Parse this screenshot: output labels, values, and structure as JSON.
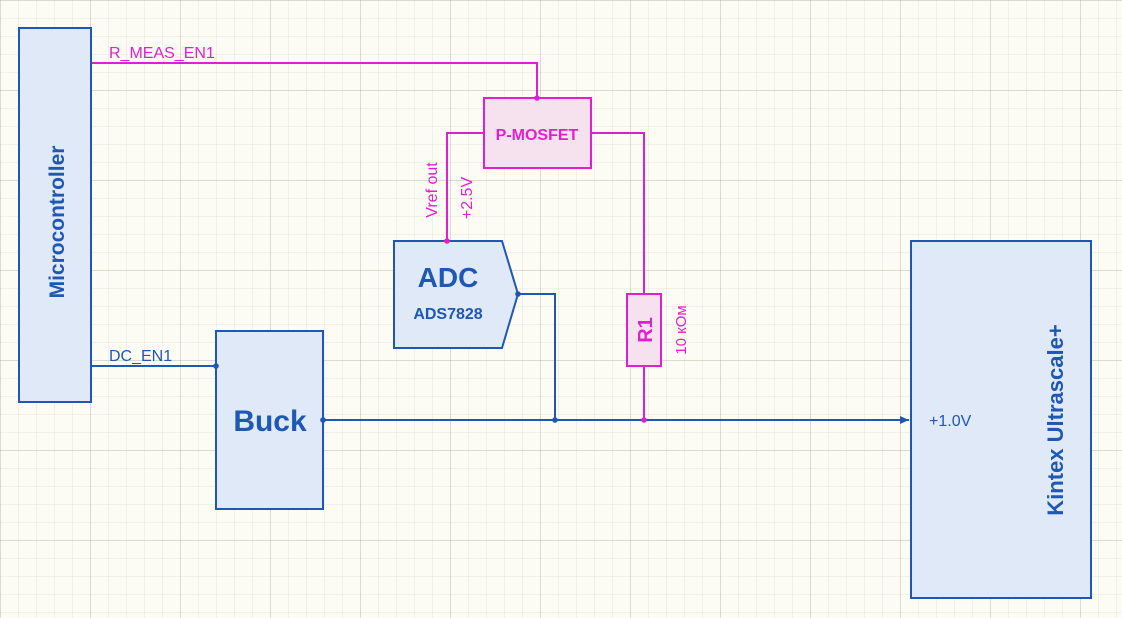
{
  "colors": {
    "blue": "#1f57b4",
    "magenta": "#e020d0",
    "block_fill": "#dfe9f7",
    "mosfet_fill": "#f6e2ef"
  },
  "blocks": {
    "microcontroller": "Microcontroller",
    "buck": "Buck",
    "adc_title": "ADC",
    "adc_part": "ADS7828",
    "fpga": "Kintex Ultrascale+",
    "mosfet": "P-MOSFET",
    "resistor": "R1"
  },
  "nets": {
    "r_meas_en": "R_MEAS_EN1",
    "dc_en": "DC_EN1",
    "vref_out": "Vref out",
    "vref_value": "+2.5V",
    "resistor_value": "10 кОм",
    "fpga_rail": "+1.0V"
  }
}
